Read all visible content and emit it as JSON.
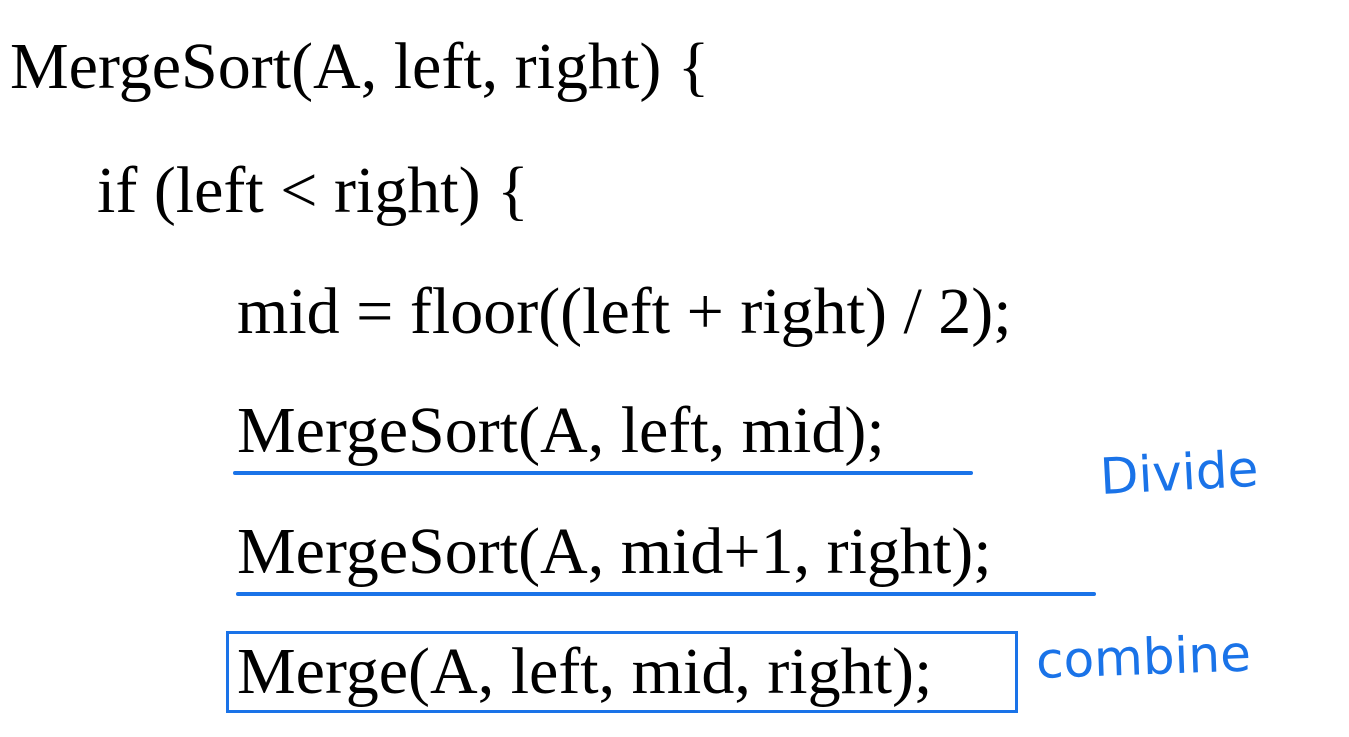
{
  "code": {
    "line1": "MergeSort(A, left, right) {",
    "line2": "if (left < right) {",
    "line3": "mid = floor((left + right) / 2);",
    "line4": "MergeSort(A, left, mid);",
    "line5": "MergeSort(A, mid+1, right);",
    "line6": "Merge(A, left, mid, right);"
  },
  "annotations": {
    "divide": "Divide",
    "combine": "combine"
  },
  "colors": {
    "text": "#000000",
    "annotation": "#1a73e8",
    "background": "#ffffff"
  }
}
